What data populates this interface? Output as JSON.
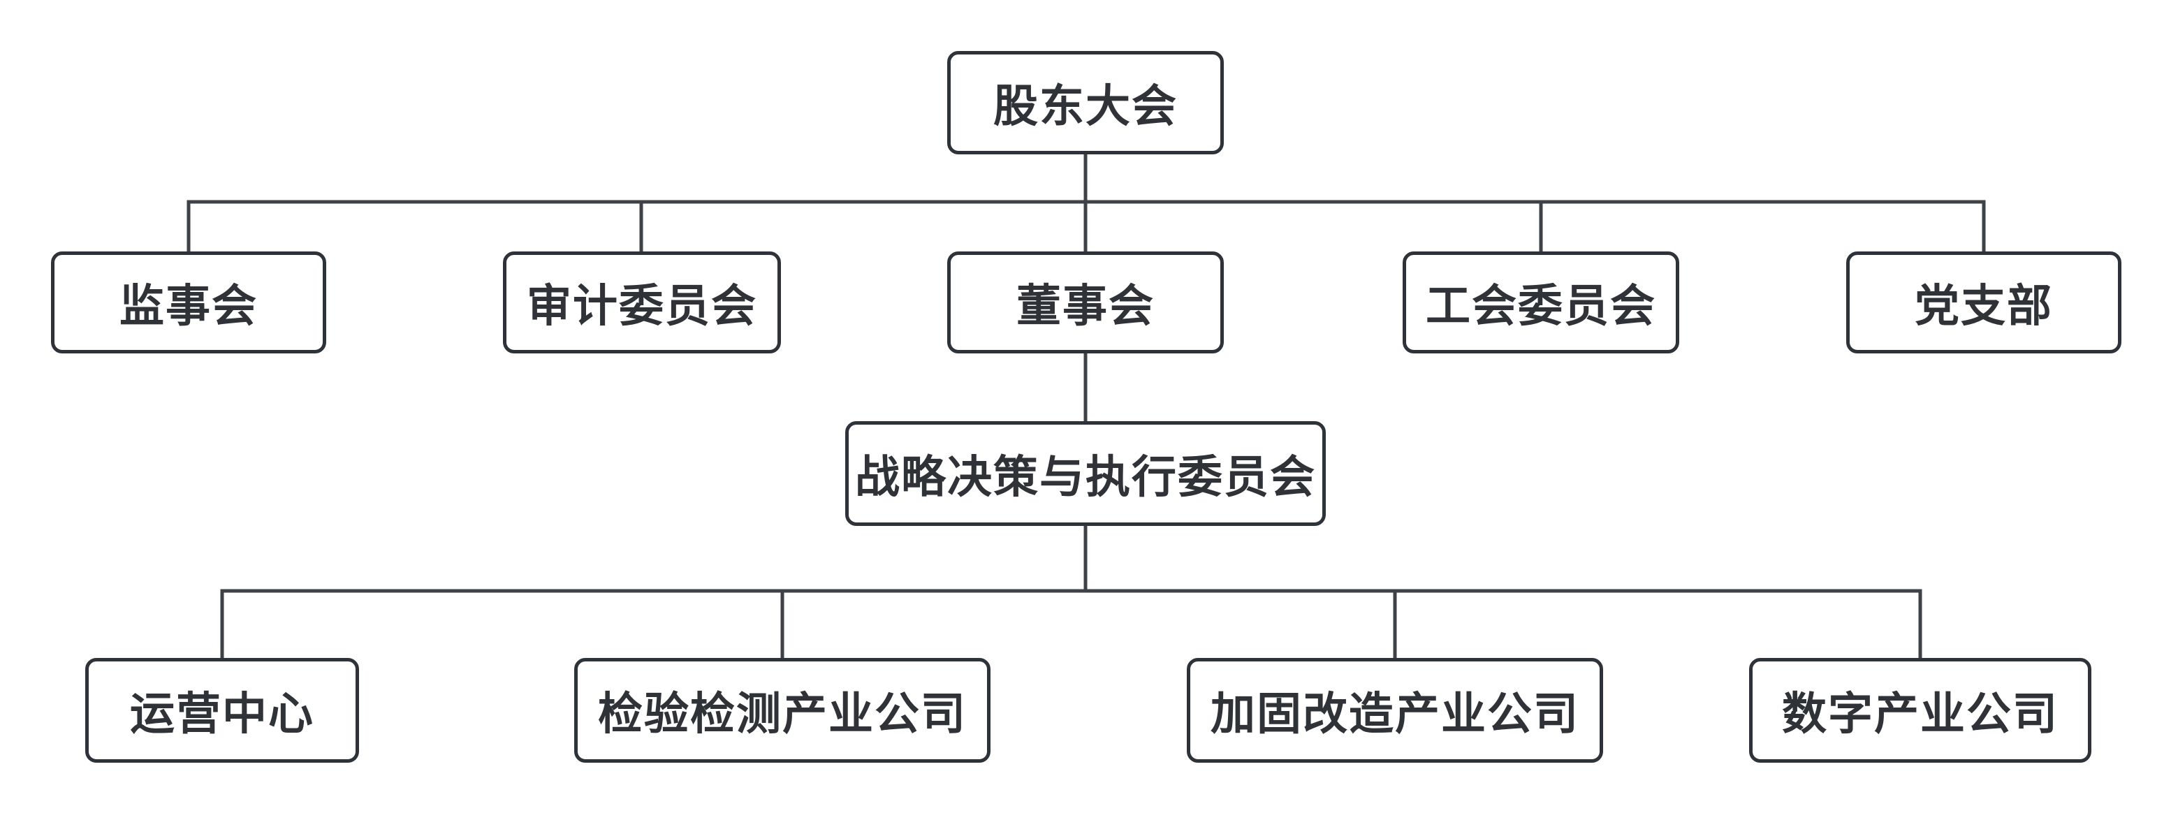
{
  "diagram": {
    "type": "org-chart",
    "colors": {
      "background": "#ffffff",
      "border": "#2d3339",
      "line": "#3e4246",
      "text": "#2f3338"
    },
    "nodes": {
      "root": {
        "label": "股东大会"
      },
      "level2": [
        {
          "label": "监事会"
        },
        {
          "label": "审计委员会"
        },
        {
          "label": "董事会"
        },
        {
          "label": "工会委员会"
        },
        {
          "label": "党支部"
        }
      ],
      "level3": [
        {
          "label": "战略决策与执行委员会"
        }
      ],
      "level4": [
        {
          "label": "运营中心"
        },
        {
          "label": "检验检测产业公司"
        },
        {
          "label": "加固改造产业公司"
        },
        {
          "label": "数字产业公司"
        }
      ]
    },
    "edges": [
      {
        "from": "股东大会",
        "to": "监事会"
      },
      {
        "from": "股东大会",
        "to": "审计委员会"
      },
      {
        "from": "股东大会",
        "to": "董事会"
      },
      {
        "from": "股东大会",
        "to": "工会委员会"
      },
      {
        "from": "股东大会",
        "to": "党支部"
      },
      {
        "from": "董事会",
        "to": "战略决策与执行委员会"
      },
      {
        "from": "战略决策与执行委员会",
        "to": "运营中心"
      },
      {
        "from": "战略决策与执行委员会",
        "to": "检验检测产业公司"
      },
      {
        "from": "战略决策与执行委员会",
        "to": "加固改造产业公司"
      },
      {
        "from": "战略决策与执行委员会",
        "to": "数字产业公司"
      }
    ]
  }
}
